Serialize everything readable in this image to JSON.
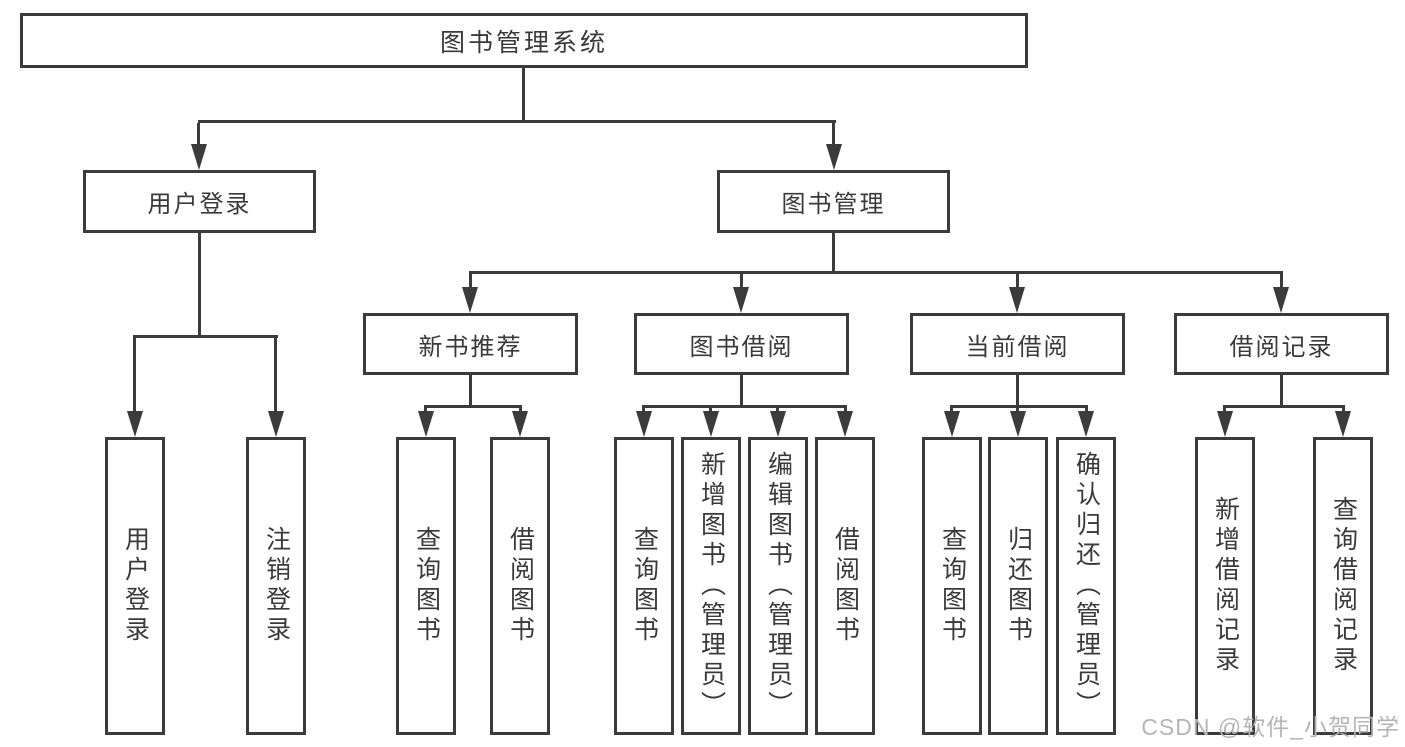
{
  "tree": {
    "root": {
      "label": "图书管理系统"
    },
    "branches": [
      {
        "label": "用户登录",
        "children": [
          {
            "label": "用户登录"
          },
          {
            "label": "注销登录"
          }
        ]
      },
      {
        "label": "图书管理",
        "groups": [
          {
            "label": "新书推荐",
            "children": [
              {
                "label": "查询图书"
              },
              {
                "label": "借阅图书"
              }
            ]
          },
          {
            "label": "图书借阅",
            "children": [
              {
                "label": "查询图书"
              },
              {
                "label": "新增图书（管理员）"
              },
              {
                "label": "编辑图书（管理员）"
              },
              {
                "label": "借阅图书"
              }
            ]
          },
          {
            "label": "当前借阅",
            "children": [
              {
                "label": "查询图书"
              },
              {
                "label": "归还图书"
              },
              {
                "label": "确认归还（管理员）"
              }
            ]
          },
          {
            "label": "借阅记录",
            "children": [
              {
                "label": "新增借阅记录"
              },
              {
                "label": "查询借阅记录"
              }
            ]
          }
        ]
      }
    ]
  },
  "watermark": "CSDN @软件_小贺同学",
  "colors": {
    "line": "#3b3b3b",
    "box_border": "#3b3b3b",
    "text": "#3a3a3a",
    "watermark": "#b5b5b5",
    "background": "#ffffff"
  }
}
